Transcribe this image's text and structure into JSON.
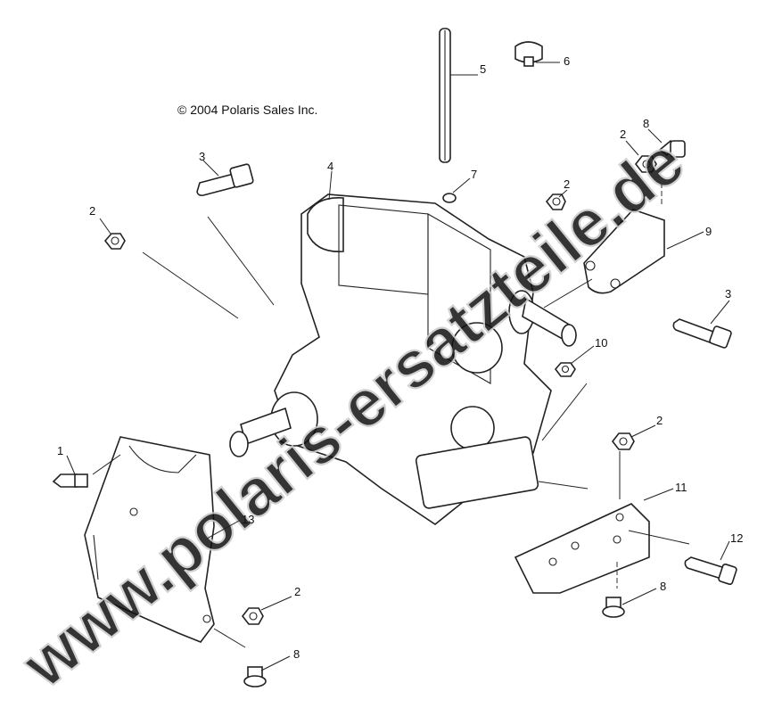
{
  "copyright": "© 2004 Polaris Sales Inc.",
  "watermark": "www.polaris-ersatzteile.de",
  "callouts": [
    "1",
    "2",
    "2",
    "2",
    "2",
    "2",
    "3",
    "3",
    "4",
    "5",
    "6",
    "7",
    "8",
    "8",
    "8",
    "9",
    "10",
    "11",
    "12",
    "13"
  ]
}
